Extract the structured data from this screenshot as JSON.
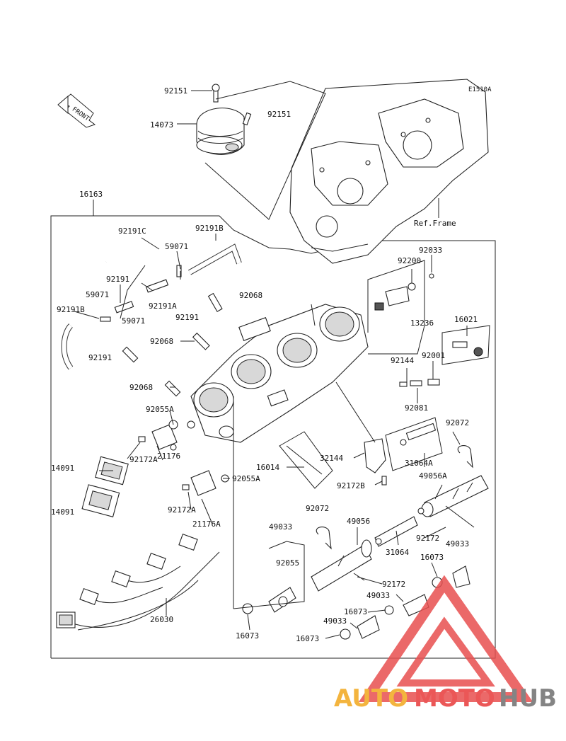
{
  "diagram_code": "E1510A",
  "front_label": "FRONT",
  "ref_frame": "Ref.Frame",
  "watermark": {
    "auto": "AUTO",
    "moto": "MOTO",
    "hub": "HUB",
    "colors": {
      "auto": "#f2a81d",
      "moto": "#e83a3a",
      "hub": "#6f6f6f",
      "triangle": "#e85050"
    }
  },
  "labels": {
    "p92151a": "92151",
    "p92151b": "92151",
    "p14073": "14073",
    "p16163": "16163",
    "p92191c": "92191C",
    "p92191b_top": "92191B",
    "p59071_top": "59071",
    "p92191_a": "92191",
    "p59071_mid": "59071",
    "p92191b_left": "92191B",
    "p59071_low": "59071",
    "p92191a": "92191A",
    "p92068_a": "92068",
    "p92191_b": "92191",
    "p92068_b": "92068",
    "p92191_c": "92191",
    "p92068_c": "92068",
    "p92055a_a": "92055A",
    "p92172a_a": "92172A",
    "p21176": "21176",
    "p14091_a": "14091",
    "p14091_b": "14091",
    "p92172a_b": "92172A",
    "p21176a": "21176A",
    "p92055a_b": "92055A",
    "p16014": "16014",
    "p32144": "32144",
    "p92172b": "92172B",
    "p92033_a": "92033",
    "p92200": "92200",
    "p13236": "13236",
    "p16021": "16021",
    "p92144": "92144",
    "p92001": "92001",
    "p92081": "92081",
    "p92072_a": "92072",
    "p31064a": "31064A",
    "p49056a": "49056A",
    "p92072_b": "92072",
    "p49033_a": "49033",
    "p49056": "49056",
    "p92172": "92172",
    "p49033_b": "49033",
    "p31064": "31064",
    "p92055": "92055",
    "p16073_a": "16073",
    "p92172_b": "92172",
    "p49033_c": "49033",
    "p16073_b": "16073",
    "p49033_d": "49033",
    "p16073_c": "16073",
    "p16073_d": "16073",
    "p26030": "26030"
  }
}
